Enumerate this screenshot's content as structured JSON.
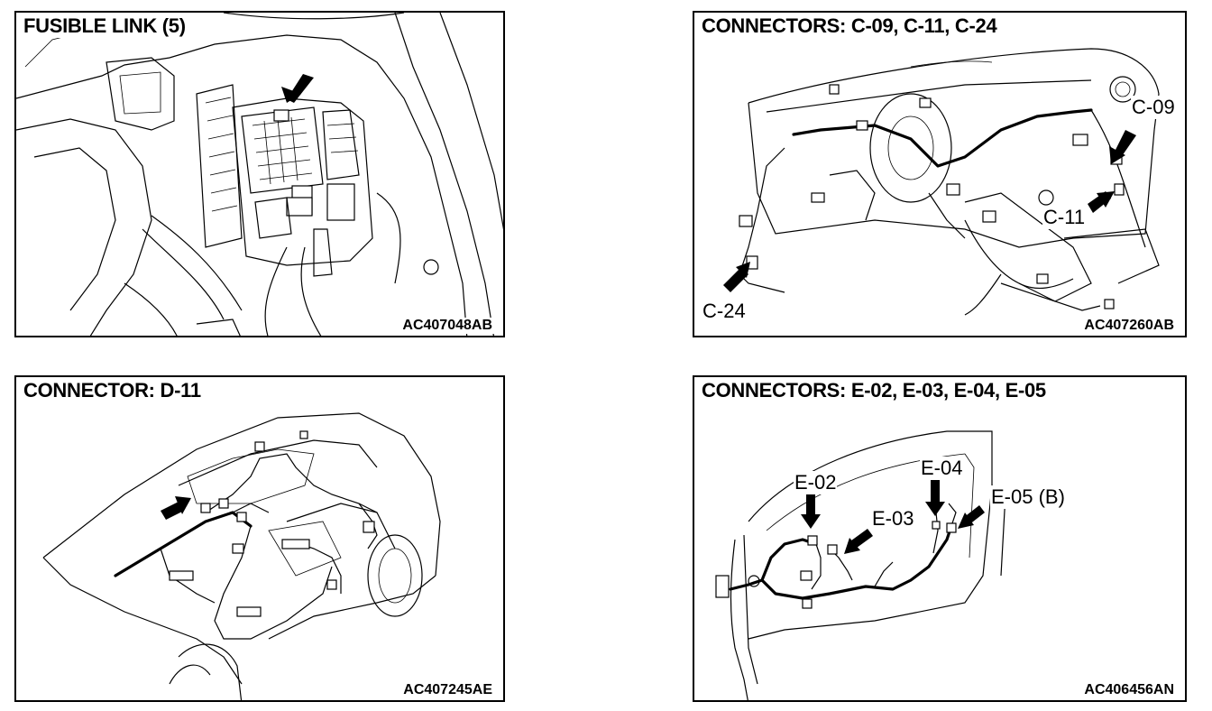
{
  "panels": {
    "fusible_link": {
      "title": "FUSIBLE LINK (5)",
      "code": "AC407048AB"
    },
    "connectors_c": {
      "title": "CONNECTORS: C-09, C-11, C-24",
      "code": "AC407260AB",
      "labels": {
        "c09": "C-09",
        "c11": "C-11",
        "c24": "C-24"
      }
    },
    "connector_d": {
      "title": "CONNECTOR: D-11",
      "code": "AC407245AE"
    },
    "connectors_e": {
      "title": "CONNECTORS: E-02, E-03, E-04, E-05",
      "code": "AC406456AN",
      "labels": {
        "e02": "E-02",
        "e03": "E-03",
        "e04": "E-04",
        "e05": "E-05 (B)"
      }
    }
  },
  "icons": [
    "arrow-icon"
  ]
}
